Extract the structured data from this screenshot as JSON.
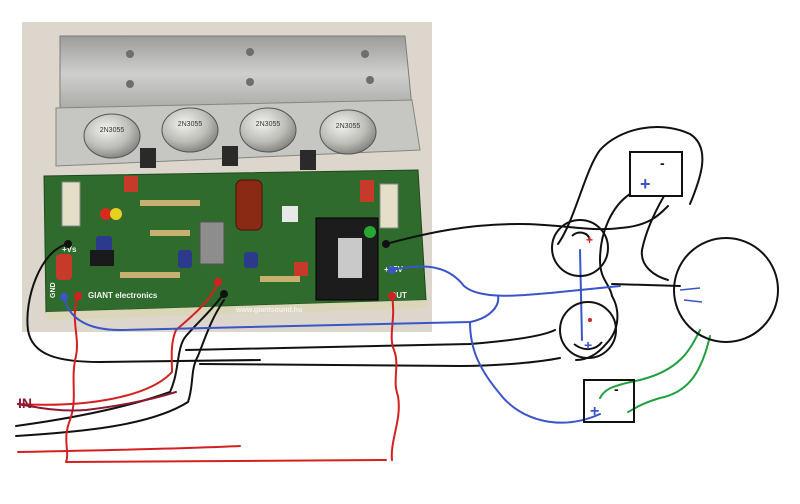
{
  "board": {
    "transistor_marking": "2N3055",
    "brand": "GIANT electronics",
    "website": "www.giantsound.hu",
    "label_vs": "+Vs",
    "label_gnd": "GND",
    "label_15v": "+15V",
    "label_out": "OUT"
  },
  "sketch": {
    "input_label": "IN",
    "plus": "+",
    "minus": "-"
  },
  "colors": {
    "red_wire": "#d42020",
    "blue_wire": "#3a55c8",
    "green_wire": "#22a040",
    "black_wire": "#111111",
    "pcb": "#2f6b2c",
    "heatsink": "#b9b9b6"
  }
}
